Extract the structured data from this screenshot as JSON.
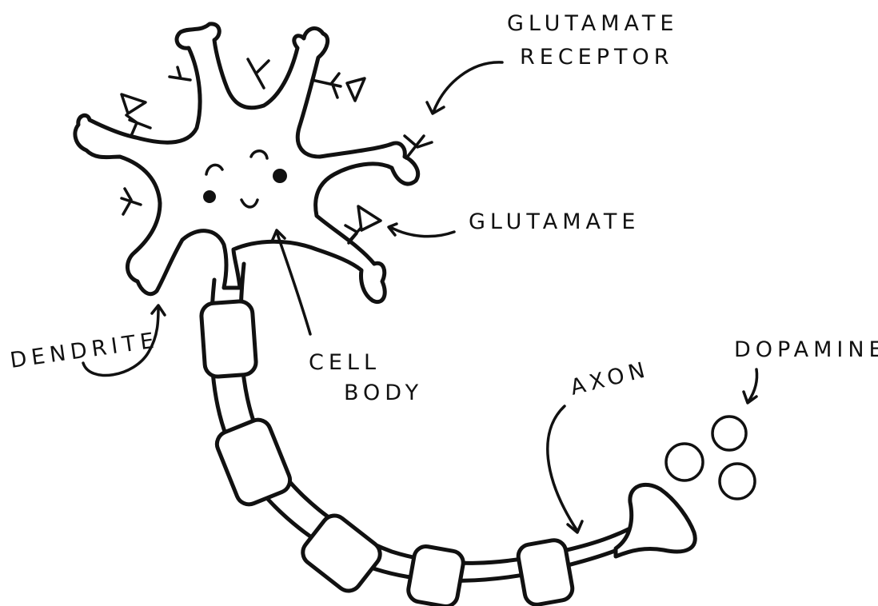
{
  "labels": {
    "glutamate_receptor": [
      "GLUTAMATE",
      "RECEPTOR"
    ],
    "glutamate": "GLUTAMATE",
    "dendrite": "DENDRITE",
    "cell_body": [
      "CELL",
      "BODY"
    ],
    "axon": "AXON",
    "dopamine": "DOPAMINE"
  },
  "colors": {
    "ink": "#111111",
    "background": "#ffffff"
  }
}
